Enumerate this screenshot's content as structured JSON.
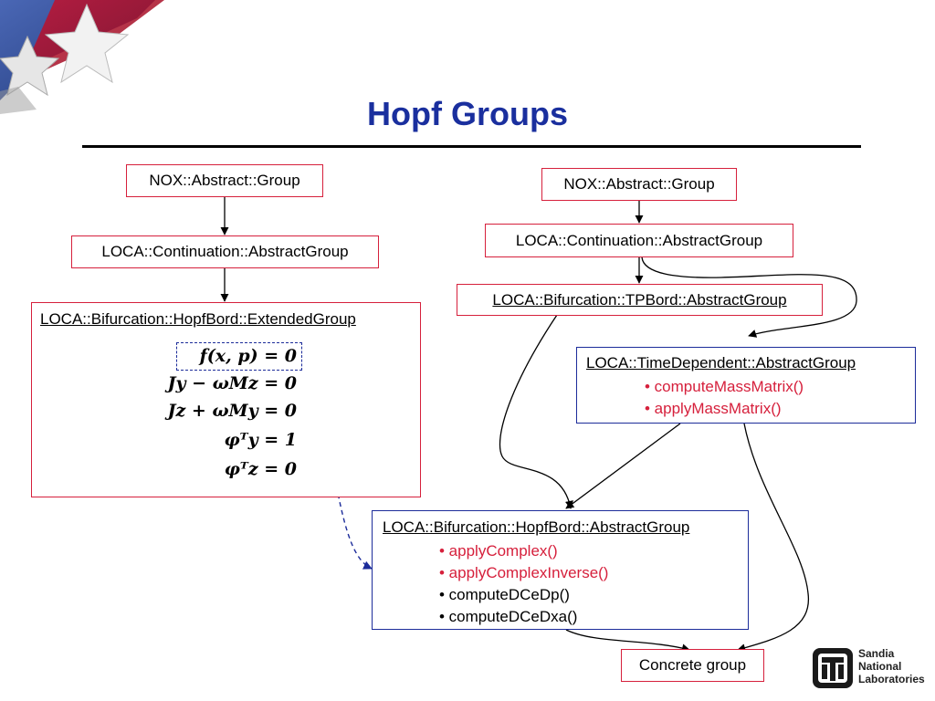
{
  "title": "Hopf Groups",
  "left": {
    "nox_group": "NOX::Abstract::Group",
    "continuation_group": "LOCA::Continuation::AbstractGroup",
    "extended_group": {
      "header": "LOCA::Bifurcation::HopfBord::ExtendedGroup",
      "equations": [
        "f(x, p) = 0",
        "Jy − ωMz = 0",
        "Jz + ωMy = 0",
        "φᵀy = 1",
        "φᵀz = 0"
      ]
    }
  },
  "right": {
    "nox_group": "NOX::Abstract::Group",
    "continuation_group": "LOCA::Continuation::AbstractGroup",
    "tpbord_group": "LOCA::Bifurcation::TPBord::AbstractGroup",
    "time_dependent": {
      "header": "LOCA::TimeDependent::AbstractGroup",
      "methods": [
        "• computeMassMatrix()",
        "• applyMassMatrix()"
      ]
    }
  },
  "hopf_abstract": {
    "header": "LOCA::Bifurcation::HopfBord::AbstractGroup",
    "methods_new": [
      "• applyComplex()",
      "• applyComplexInverse()"
    ],
    "methods_inherited": [
      "• computeDCeDp()",
      "• computeDCeDxa()"
    ]
  },
  "concrete": "Concrete group",
  "logo": {
    "line1": "Sandia",
    "line2": "National",
    "line3": "Laboratories"
  },
  "colors": {
    "title": "#1a2f9e",
    "red_border": "#d6203c",
    "blue_border": "#1c2c9a",
    "highlight_text": "#d6203c"
  }
}
